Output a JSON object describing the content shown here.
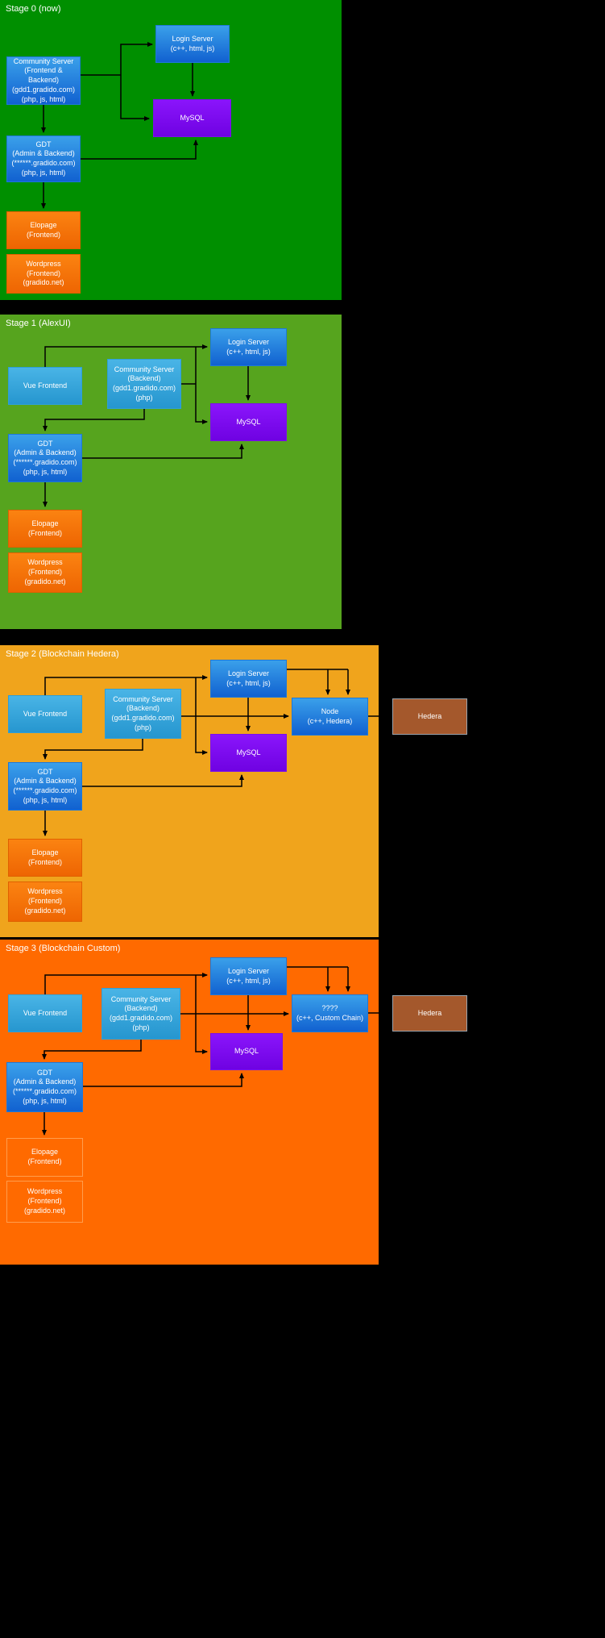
{
  "stages": [
    {
      "title": "Stage 0 (now)",
      "nodes": {
        "community": "Community Server\n(Frontend & Backend)\n(gdd1.gradido.com)\n(php, js, html)",
        "login": "Login Server\n(c++, html, js)",
        "mysql": "MySQL",
        "gdt": "GDT\n(Admin & Backend)\n(******.gradido.com)\n(php, js, html)",
        "elopage": "Elopage\n(Frontend)",
        "wordpress": "Wordpress\n(Frontend)\n(gradido.net)"
      }
    },
    {
      "title": "Stage 1 (AlexUI)",
      "nodes": {
        "vue": "Vue Frontend",
        "community": "Community Server\n(Backend)\n(gdd1.gradido.com)\n(php)",
        "login": "Login Server\n(c++, html, js)",
        "mysql": "MySQL",
        "gdt": "GDT\n(Admin & Backend)\n(******.gradido.com)\n(php, js, html)",
        "elopage": "Elopage\n(Frontend)",
        "wordpress": "Wordpress\n(Frontend)\n(gradido.net)"
      }
    },
    {
      "title": "Stage 2 (Blockchain Hedera)",
      "nodes": {
        "vue": "Vue Frontend",
        "community": "Community Server\n(Backend)\n(gdd1.gradido.com)\n(php)",
        "login": "Login Server\n(c++, html, js)",
        "node": "Node\n(c++, Hedera)",
        "mysql": "MySQL",
        "gdt": "GDT\n(Admin & Backend)\n(******.gradido.com)\n(php, js, html)",
        "elopage": "Elopage\n(Frontend)",
        "wordpress": "Wordpress\n(Frontend)\n(gradido.net)",
        "hedera": "Hedera"
      }
    },
    {
      "title": "Stage 3 (Blockchain Custom)",
      "nodes": {
        "vue": "Vue Frontend",
        "community": "Community Server\n(Backend)\n(gdd1.gradido.com)\n(php)",
        "login": "Login Server\n(c++, html, js)",
        "custom": "????\n(c++, Custom Chain)",
        "mysql": "MySQL",
        "gdt": "GDT\n(Admin & Backend)\n(******.gradido.com)\n(php, js, html)",
        "elopage": "Elopage\n(Frontend)",
        "wordpress": "Wordpress\n(Frontend)\n(gradido.net)",
        "hedera": "Hedera"
      }
    }
  ],
  "colors": {
    "stage0_bg": "#008f00",
    "stage1_bg": "#56a41e",
    "stage2_bg": "#f0a41c",
    "stage3_bg": "#ff6a00",
    "node_blue": "#1161d0",
    "node_lightblue": "#2fa2d8",
    "node_purple": "#7c0bf2",
    "node_orange": "#f87b07",
    "hedera_brown": "#a4582c",
    "arrow": "#000000"
  }
}
